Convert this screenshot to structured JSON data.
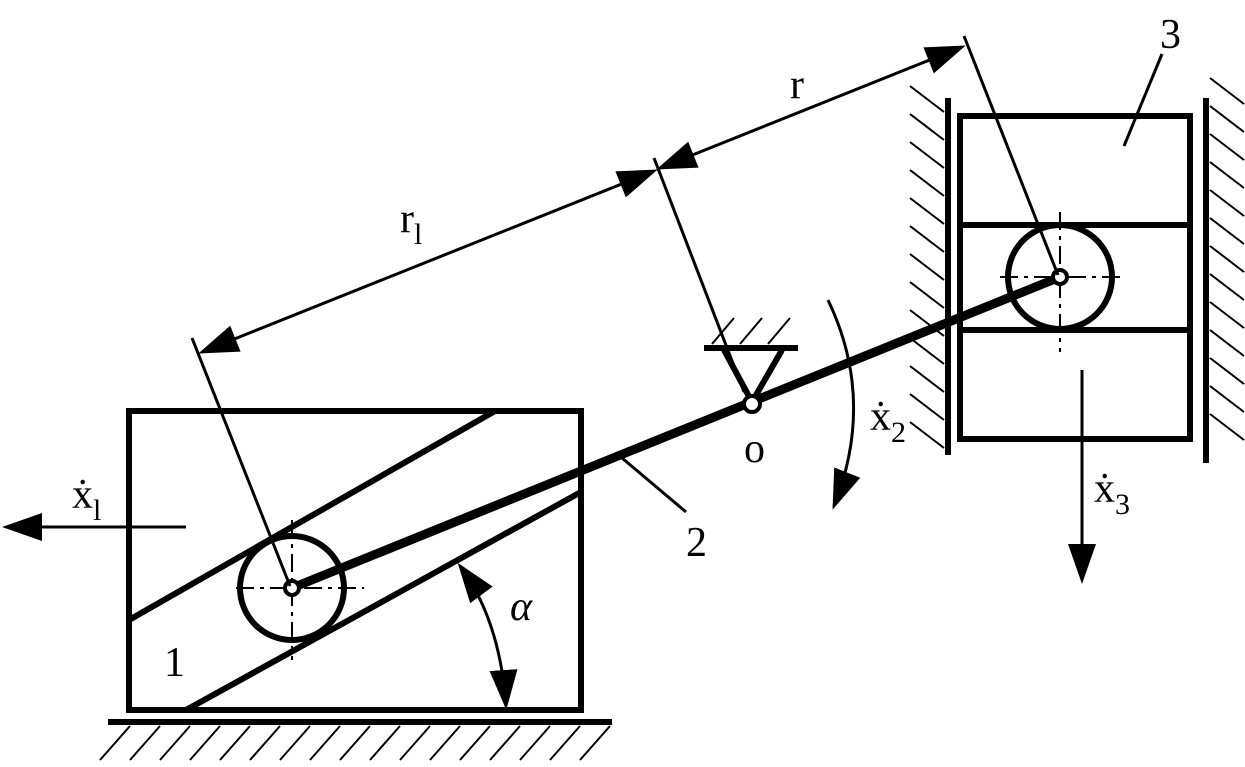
{
  "labels": {
    "body1": "1",
    "link2": "2",
    "body3": "3",
    "pivot": "o",
    "alpha": "α",
    "r": "r",
    "r1_main": "r",
    "r1_sub": "l",
    "x1_main": "ẋ",
    "x1_sub": "l",
    "x2_main": "ẋ",
    "x2_sub": "2",
    "x3_main": "ẋ",
    "x3_sub": "3"
  },
  "colors": {
    "stroke": "#000000",
    "background": "#ffffff"
  }
}
